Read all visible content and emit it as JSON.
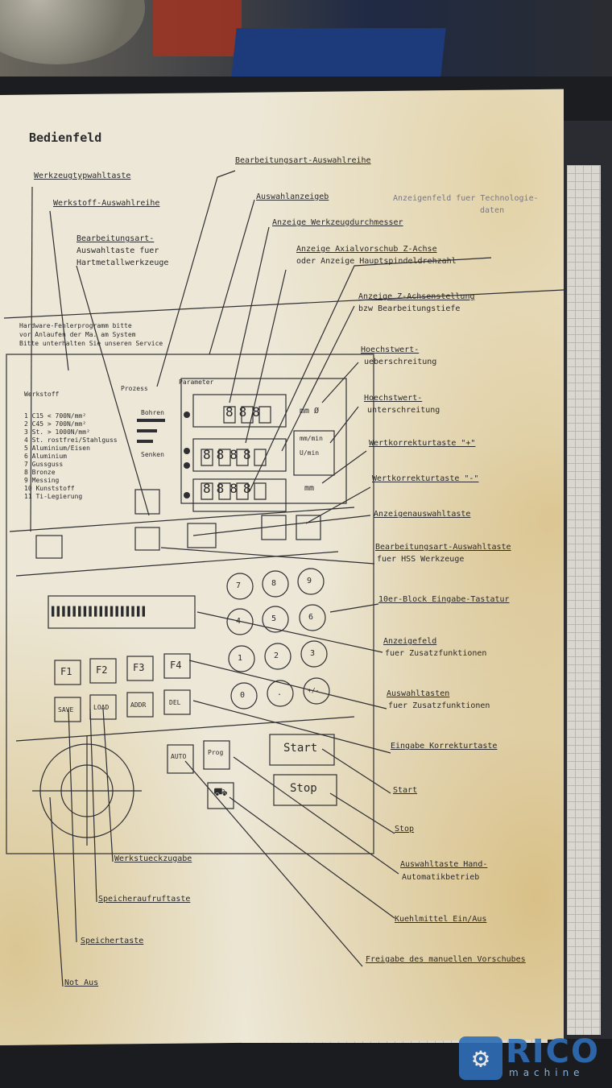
{
  "document": {
    "title": "Bedienfeld",
    "callouts_left": [
      "Werkzeugtypwahltaste",
      "Werkstoff-Auswahlreihe",
      "Bearbeitungsart-",
      "Auswahltaste fuer",
      "Hartmetallwerkzeuge"
    ],
    "callouts_top": [
      "Bearbeitungsart-Auswahlreihe",
      "Auswahlanzeigeb",
      "Anzeige Werkzeugdurchmesser",
      "Anzeigenfeld fuer Technologie-",
      "daten"
    ],
    "callouts_right": [
      "Anzeige Axialvorschub Z-Achse",
      "oder Anzeige Hauptspindeldrehzahl",
      "Anzeige Z-Achsenstellung",
      "bzw Bearbeitungstiefe",
      "Hoechstwert-",
      "ueberschreitung",
      "Hoechstwert-",
      "unterschreitung",
      "Wertkorrekturtaste \"+\"",
      "Wertkorrekturtaste \"-\"",
      "Anzeigenauswahltaste",
      "Bearbeitungsart-Auswahltaste",
      "fuer HSS Werkzeuge",
      "10er-Block Eingabe-Tastatur",
      "Anzeigefeld",
      "fuer Zusatzfunktionen",
      "Auswahltasten",
      "fuer Zusatzfunktionen",
      "Eingabe Korrekturtaste",
      "Start",
      "Stop",
      "Auswahltaste Hand-",
      "Automatikbetrieb",
      "Kuehlmittel Ein/Aus",
      "Freigabe des manuellen Vorschubes"
    ],
    "callouts_bottom": [
      "Werkstueckzugabe",
      "Speicheraufruftaste",
      "Speichertaste",
      "Not Aus"
    ],
    "panel_note": [
      "Hardware-Fehlerprogramm bitte",
      "vor Anlaufen der Ma. am System",
      "Bitte unterhalten Sie unseren Service"
    ],
    "panel": {
      "material_header": "Werkstoff",
      "material_items": [
        "1  C15 < 700N/mm²",
        "2  C45 > 700N/mm²",
        "3  St. > 1000N/mm²",
        "4  St. rostfrei/Stahlguss",
        "5  Aluminium/Eisen",
        "6  Aluminium",
        "7  Gussguss",
        "8  Bronze",
        "9  Messing",
        "10 Kunststoff",
        "11 Ti-Legierung"
      ],
      "process_header": "Prozess",
      "process_items": [
        "Bohren",
        "",
        "",
        "",
        "",
        "Senken"
      ],
      "params_header": "Parameter",
      "unit_1": "mm Ø",
      "unit_2": "mm/min",
      "unit_2b": "U/min",
      "unit_3": "mm",
      "digits_a": "888",
      "digits_b": "8888",
      "keypad": [
        "7",
        "8",
        "9",
        "4",
        "5",
        "6",
        "1",
        "2",
        "3",
        "0",
        ".",
        "+/-"
      ],
      "function_keys": [
        "F1",
        "F2",
        "F3",
        "F4"
      ],
      "bottom_keys": [
        "SAVE",
        "LOAD",
        "ADDR",
        "DEL"
      ],
      "mode_key": "AUTO",
      "prog_key": "Prog",
      "start_label": "Start",
      "stop_label": "Stop",
      "lcd_text": "▌▌▌▌▌▌▌▌▌▌▌▌▌▌▌▌▌▌"
    }
  },
  "watermark": {
    "name": "RICO",
    "sub": "machine"
  }
}
